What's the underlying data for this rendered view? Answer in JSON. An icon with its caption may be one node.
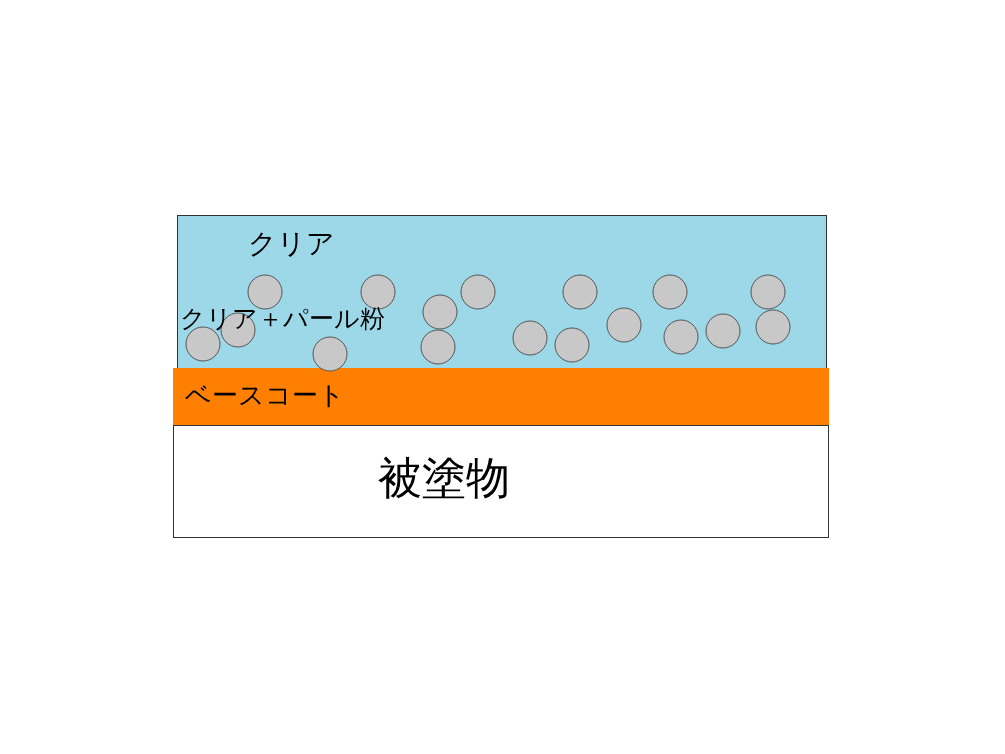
{
  "diagram": {
    "nodes": [
      {
        "text": [
          "クリア"
        ]
      },
      {
        "text": [
          "クリア＋パール粉"
        ]
      },
      {
        "text": [
          "ベースコート"
        ]
      },
      {
        "text": [
          "被塗物"
        ]
      }
    ]
  }
}
